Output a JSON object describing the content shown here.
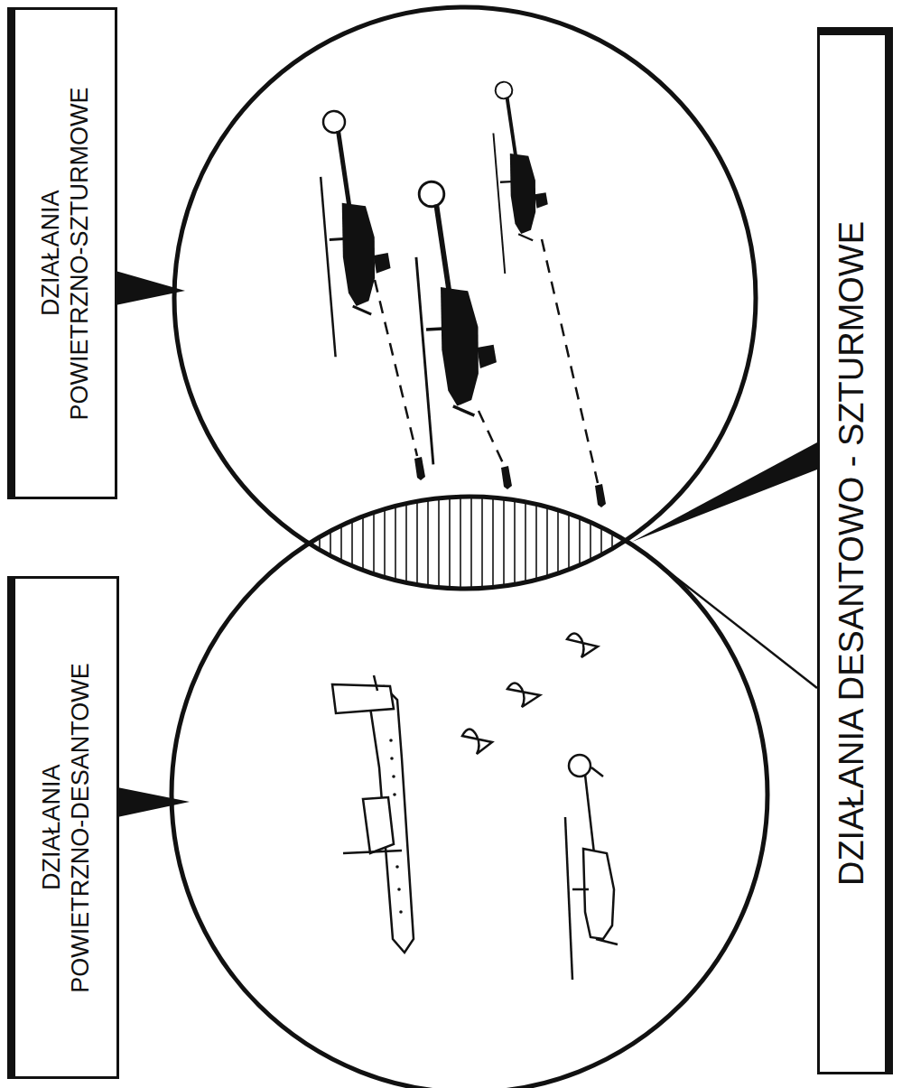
{
  "diagram": {
    "nodes": [
      {
        "text": [
          "DZIAŁANIA POWIETRZNO-SZTURMOWE"
        ]
      },
      {
        "text": [
          "DZIAŁANIA POWIETRZNO-DESANTOWE"
        ]
      },
      {
        "text": [
          "DZIAŁANIA DESANTOWO - SZTURMOWE"
        ]
      }
    ]
  }
}
